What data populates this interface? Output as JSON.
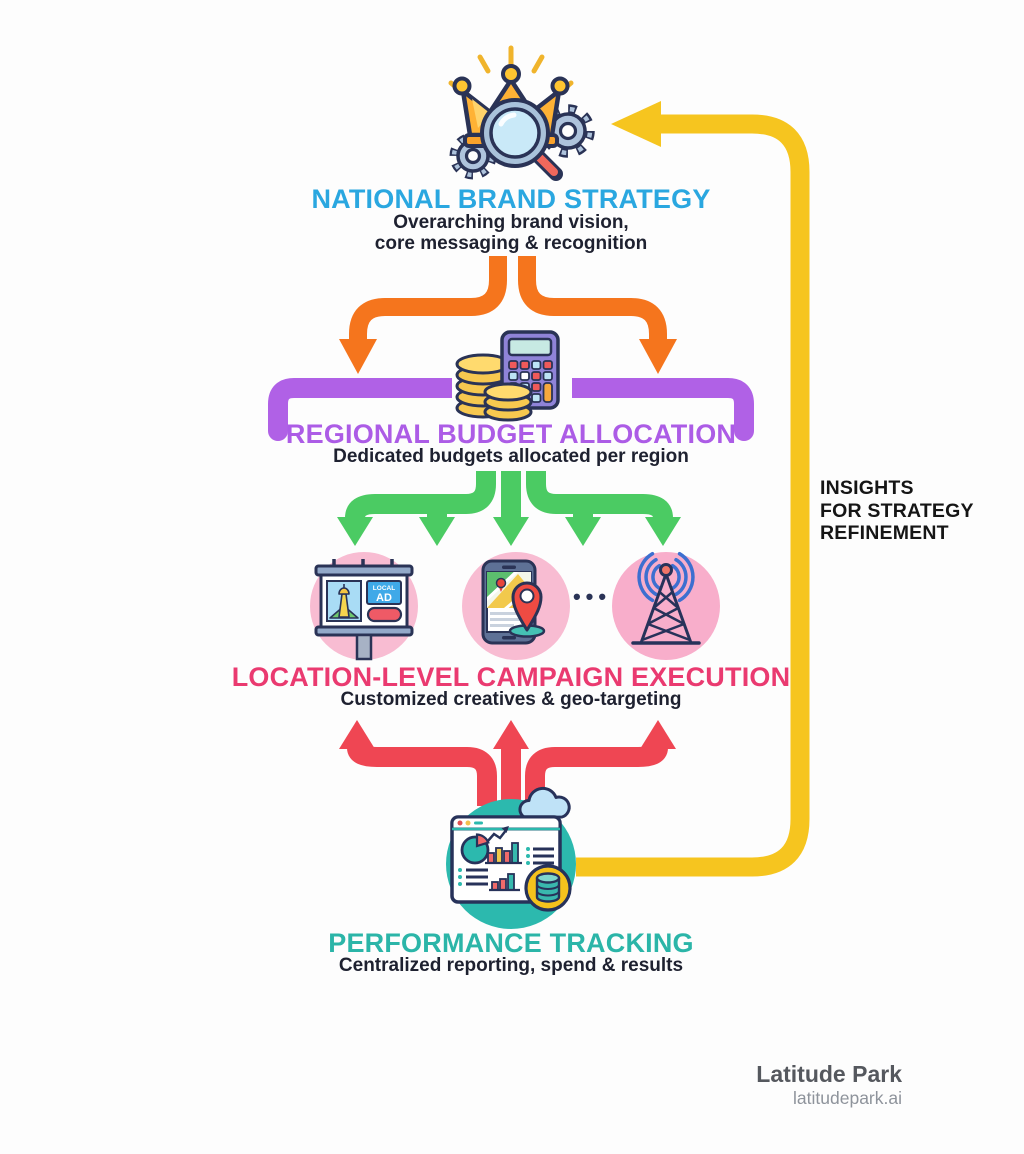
{
  "page": {
    "background": "#FDFDFD"
  },
  "stages": [
    {
      "id": "national-brand-strategy",
      "title": "NATIONAL BRAND STRATEGY",
      "subtitle": "Overarching brand vision,\ncore messaging & recognition",
      "title_color": "#2AA7E0",
      "icon": "crown-search-gears-icon"
    },
    {
      "id": "regional-budget-allocation",
      "title": "REGIONAL BUDGET ALLOCATION",
      "subtitle": "Dedicated budgets allocated per region",
      "title_color": "#AC5CE6",
      "icon": "calculator-coins-icon"
    },
    {
      "id": "location-level-campaign-execution",
      "title": "LOCATION-LEVEL CAMPAIGN EXECUTION",
      "subtitle": "Customized creatives & geo-targeting",
      "title_color": "#EA3A70",
      "icons": [
        "billboard-local-ad-icon",
        "mobile-map-pin-icon",
        "broadcast-tower-icon"
      ],
      "icon_texts": [
        "LOCAL",
        "AD"
      ],
      "ellipsis": "•••"
    },
    {
      "id": "performance-tracking",
      "title": "PERFORMANCE TRACKING",
      "subtitle": "Centralized reporting, spend & results",
      "title_color": "#2BB5A8",
      "icon": "analytics-dashboard-icon"
    }
  ],
  "feedback": {
    "label": "INSIGHTS\nFOR STRATEGY\nREFINEMENT",
    "arrow_color": "#F6C51F"
  },
  "connectors": {
    "national_to_regional": "#F5751D",
    "regional_bracket": "#B061E6",
    "regional_to_location": "#4BCB63",
    "performance_to_location": "#EF4653"
  },
  "branding": {
    "name": "Latitude Park",
    "domain": "latitudepark.ai"
  }
}
